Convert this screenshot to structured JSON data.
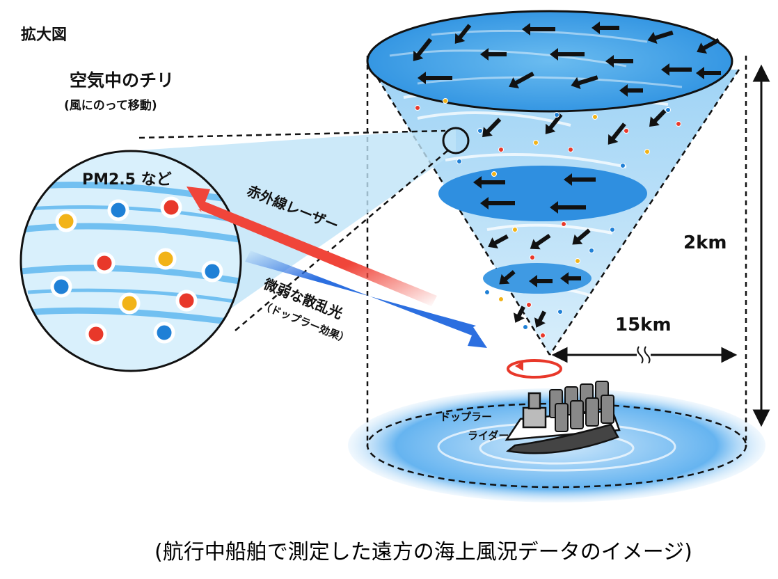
{
  "title": "拡大図",
  "dust": {
    "title": "空気中のチリ",
    "subtitle": "(風にのって移動)"
  },
  "particles": {
    "label": "PM2.5 など",
    "colors": [
      "#e8382a",
      "#1f80d6",
      "#f2b318"
    ]
  },
  "beams": {
    "laser_label": "赤外線レーザー",
    "scatter_label": "微弱な散乱光",
    "scatter_note": "（ドップラー効果）",
    "laser_color": "#f0453a",
    "scatter_color": "#2c6fe0"
  },
  "lidar": {
    "label_line1": "ドップラー",
    "label_line2": "ライダー"
  },
  "dimensions": {
    "height": "2km",
    "radius": "15km"
  },
  "caption": "(航行中船舶で測定した遠方の海上風況データのイメージ)"
}
